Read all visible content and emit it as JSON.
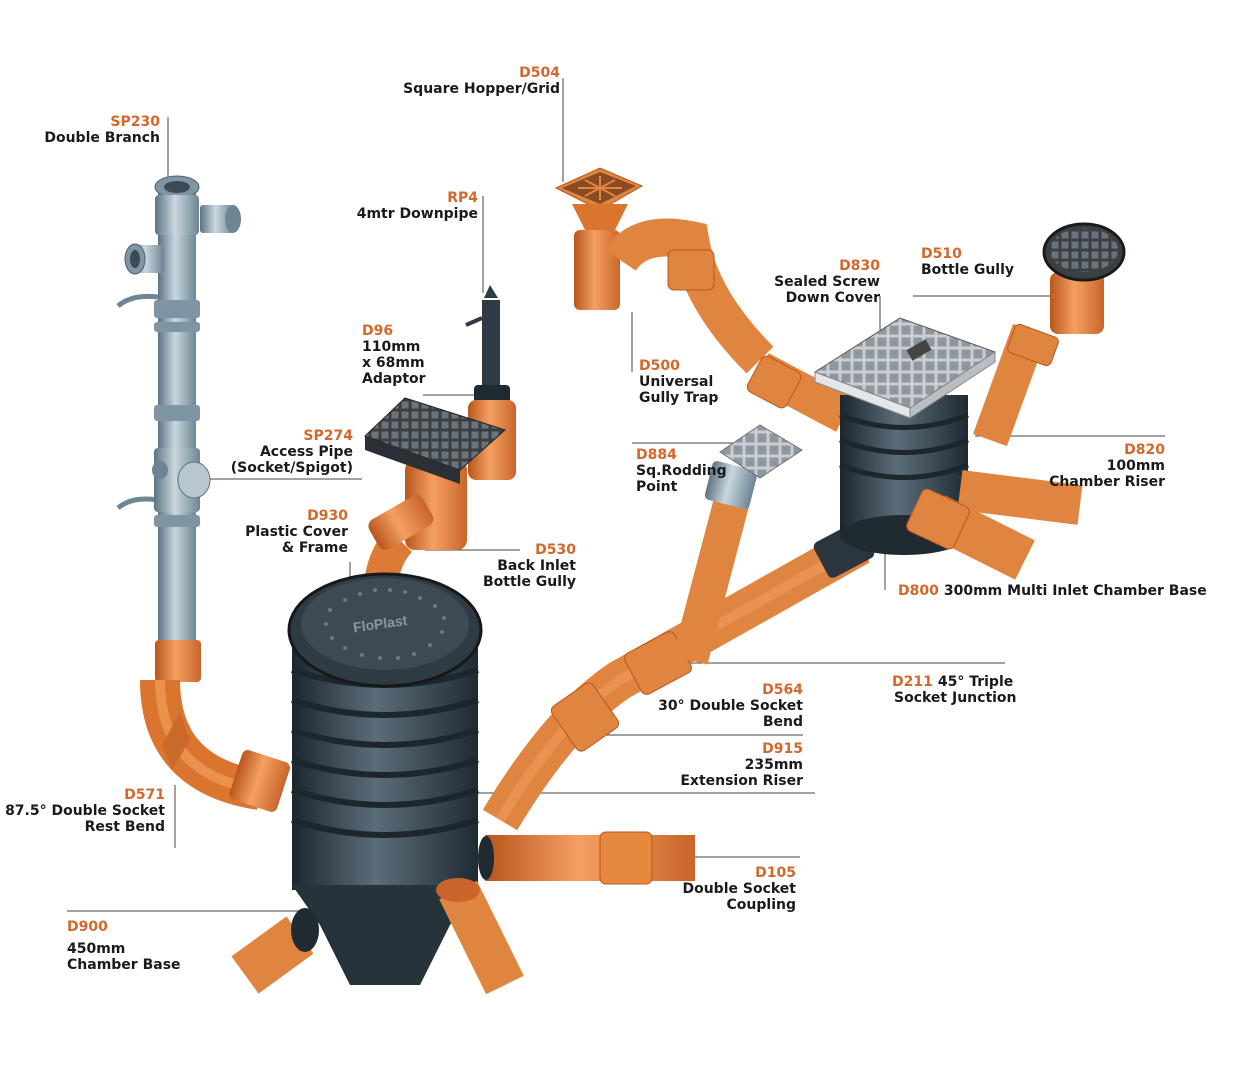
{
  "diagram": {
    "brand_mark": "FloPlast",
    "colors": {
      "code": "#d4672a",
      "text": "#1a1a1a",
      "pipe_orange": "#e7883f",
      "pipe_orange_dark": "#b9561c",
      "pipe_grey": "#9fb2bd",
      "pipe_grey_dark": "#5d7382",
      "chamber": "#2c3a44",
      "leader": "#444444"
    },
    "labels": {
      "sp230": {
        "code": "SP230",
        "lines": [
          "Double Branch"
        ]
      },
      "d504": {
        "code": "D504",
        "lines": [
          "Square Hopper/Grid"
        ]
      },
      "rp4": {
        "code": "RP4",
        "lines": [
          "4mtr Downpipe"
        ]
      },
      "d830": {
        "code": "D830",
        "lines": [
          "Sealed Screw",
          "Down Cover"
        ]
      },
      "d510": {
        "code": "D510",
        "lines": [
          "Bottle Gully"
        ]
      },
      "d96": {
        "code": "D96",
        "lines": [
          "110mm",
          "x 68mm",
          "Adaptor"
        ]
      },
      "d500": {
        "code": "D500",
        "lines": [
          "Universal",
          "Gully Trap"
        ]
      },
      "sp274": {
        "code": "SP274",
        "lines": [
          "Access Pipe",
          "(Socket/Spigot)"
        ]
      },
      "d884": {
        "code": "D884",
        "lines": [
          "Sq.Rodding",
          "Point"
        ]
      },
      "d820": {
        "code": "D820",
        "lines": [
          "100mm",
          "Chamber Riser"
        ]
      },
      "d930": {
        "code": "D930",
        "lines": [
          "Plastic Cover",
          "& Frame"
        ]
      },
      "d530": {
        "code": "D530",
        "lines": [
          "Back Inlet",
          "Bottle Gully"
        ]
      },
      "d800": {
        "code": "D800",
        "lines": [
          "300mm Multi Inlet Chamber Base"
        ]
      },
      "d211": {
        "code": "D211",
        "lines": [
          "45° Triple",
          "Socket Junction"
        ]
      },
      "d564": {
        "code": "D564",
        "lines": [
          "30° Double Socket",
          "Bend"
        ]
      },
      "d915": {
        "code": "D915",
        "lines": [
          "235mm",
          "Extension Riser"
        ]
      },
      "d571": {
        "code": "D571",
        "lines": [
          "87.5° Double Socket",
          "Rest Bend"
        ]
      },
      "d105": {
        "code": "D105",
        "lines": [
          "Double Socket",
          "Coupling"
        ]
      },
      "d900": {
        "code": "D900",
        "lines": [
          "450mm",
          "Chamber Base"
        ]
      }
    }
  }
}
